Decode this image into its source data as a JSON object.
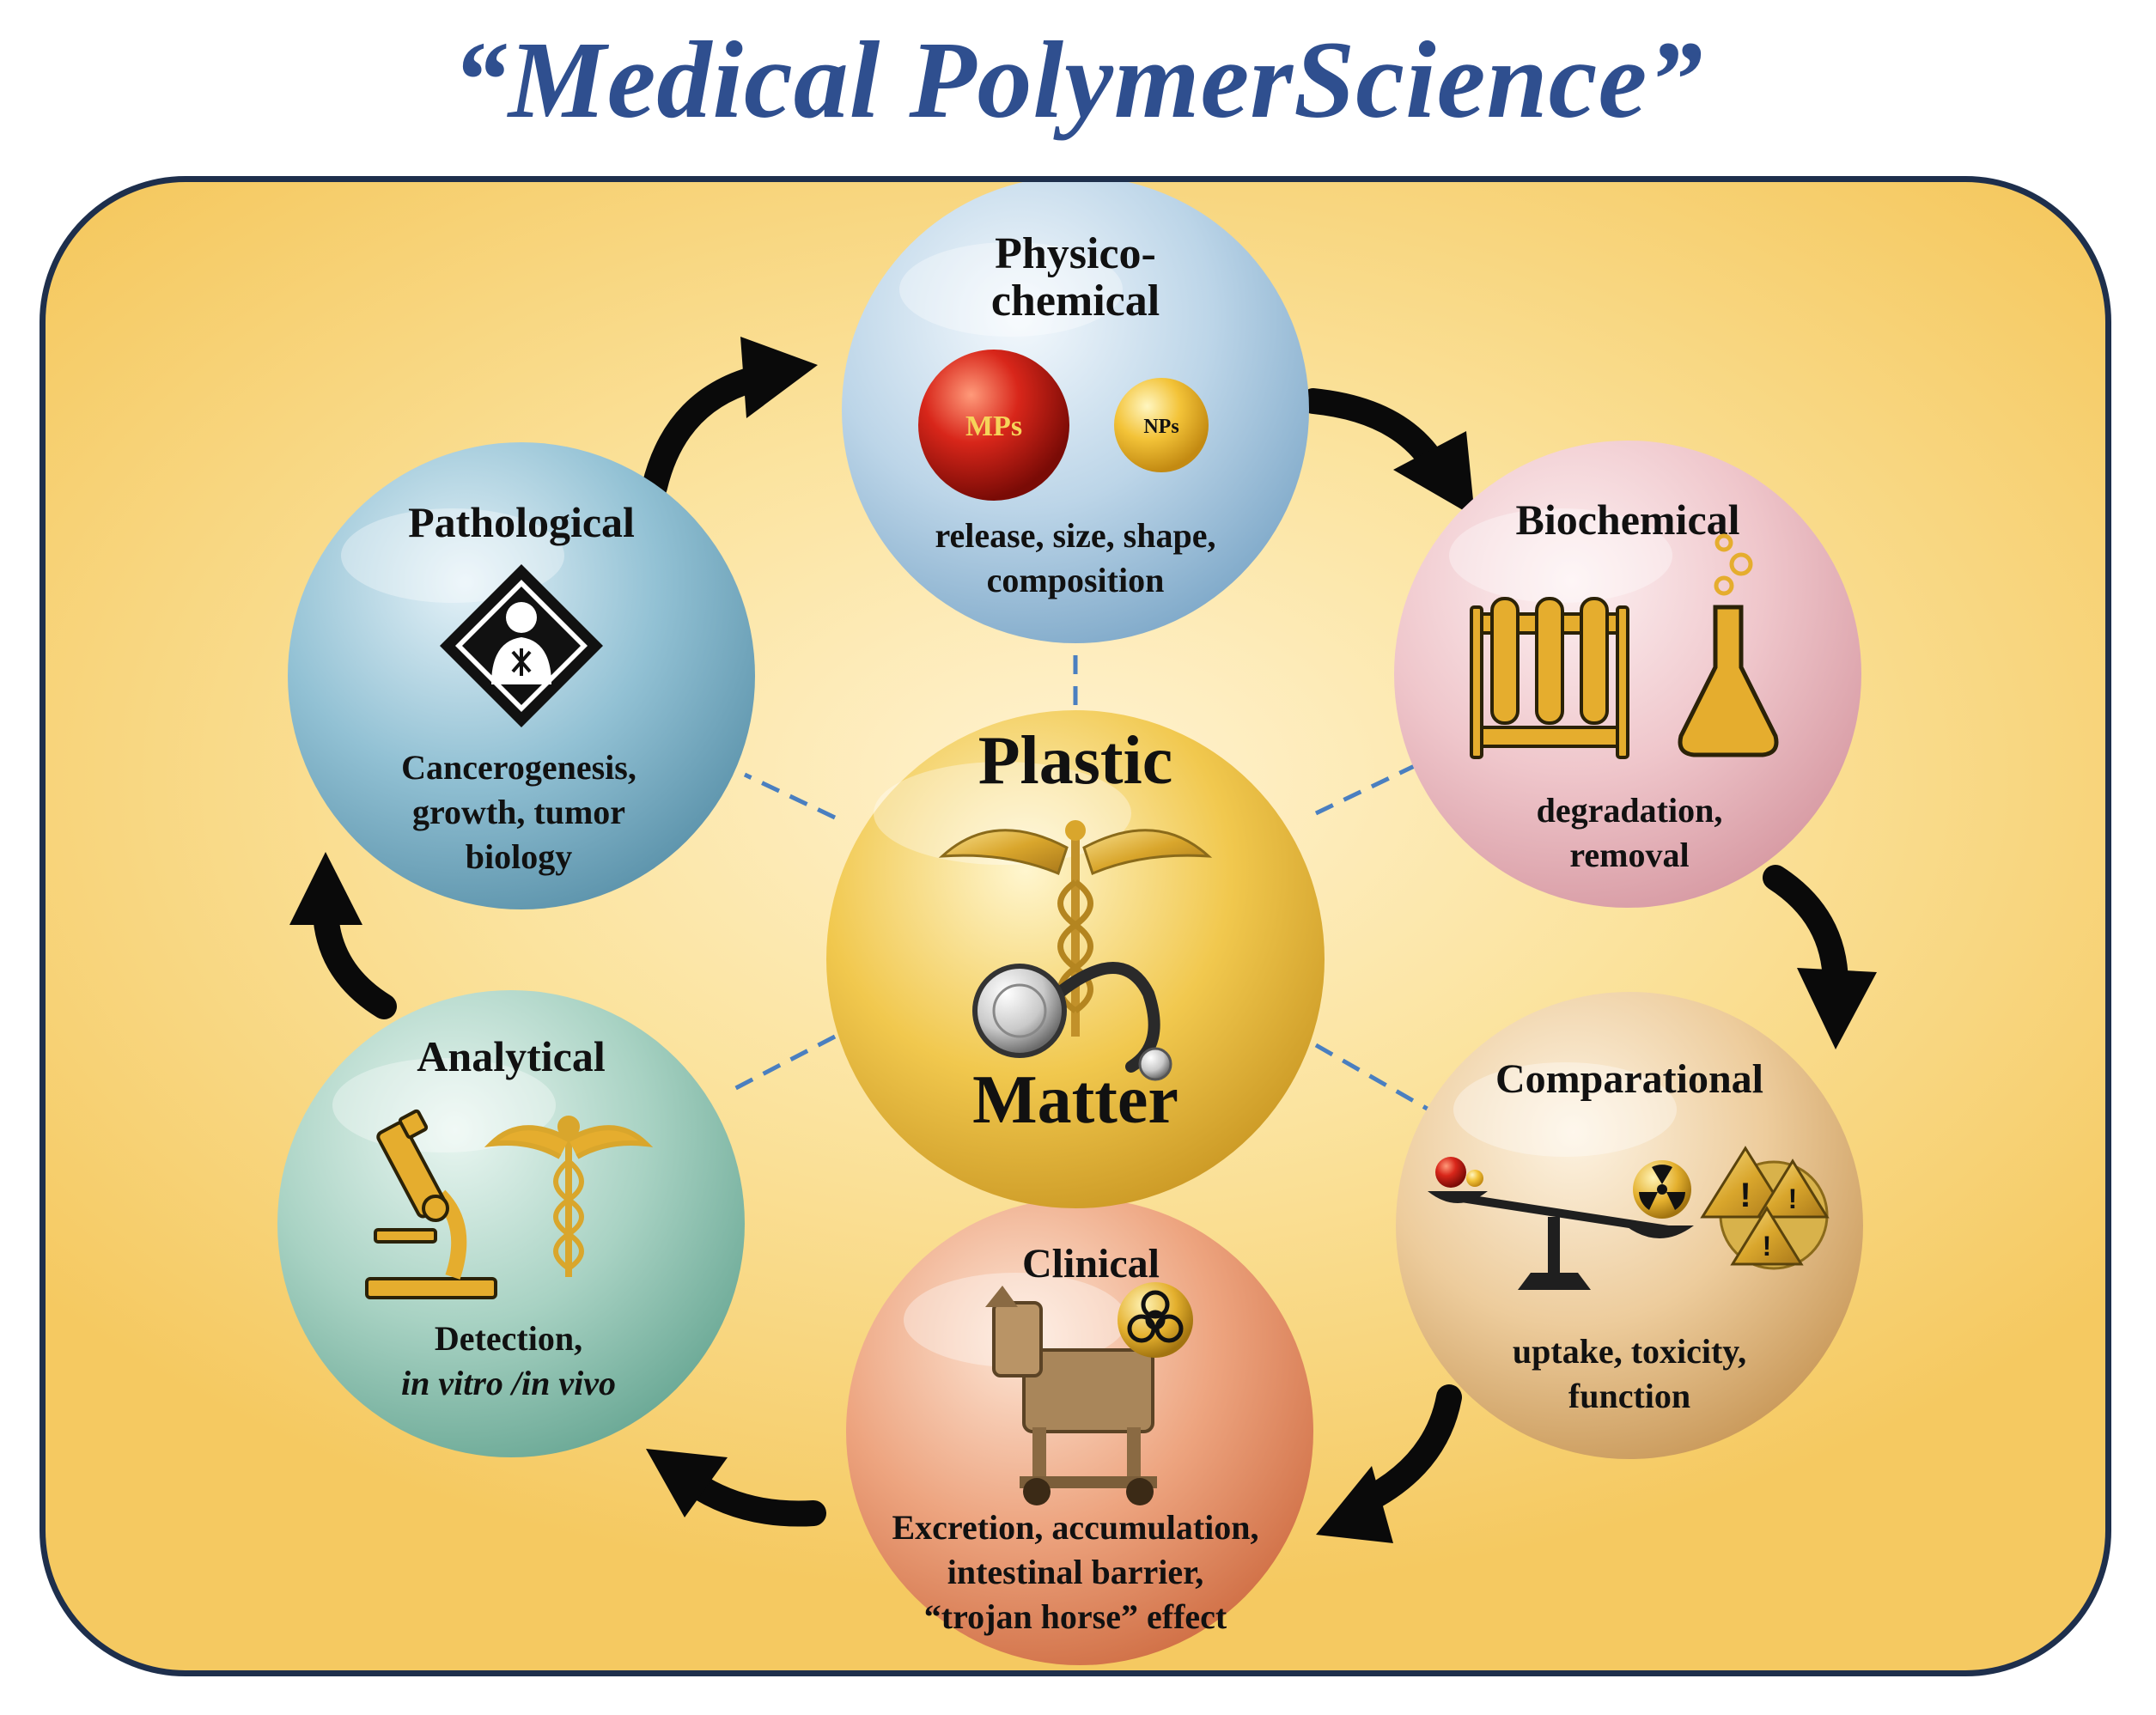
{
  "title": "“Medical PolymerScience”",
  "center": {
    "line1": "Plastic",
    "line2": "Matter"
  },
  "nodes": {
    "physicochemical": {
      "title_line1": "Physico-",
      "title_line2": "chemical",
      "badge_large": "MPs",
      "badge_small": "NPs",
      "desc_line1": "release, size, shape,",
      "desc_line2": "composition",
      "icons": [
        "microparticle-sphere-icon",
        "nanoparticle-sphere-icon"
      ]
    },
    "biochemical": {
      "title": "Biochemical",
      "desc_line1": "degradation,",
      "desc_line2": "removal",
      "icons": [
        "test-tube-rack-icon",
        "flask-icon"
      ]
    },
    "comparational": {
      "title": "Comparational",
      "desc_line1": "uptake, toxicity,",
      "desc_line2": "function",
      "icons": [
        "balance-scale-icon",
        "radiation-icon",
        "warning-triangle-icon"
      ]
    },
    "clinical": {
      "title": "Clinical",
      "desc_line1": "Excretion, accumulation,",
      "desc_line2": "intestinal barrier,",
      "desc_line3": "“trojan horse” effect",
      "icons": [
        "trojan-horse-icon",
        "biohazard-icon"
      ]
    },
    "analytical": {
      "title": "Analytical",
      "desc_line1": "Detection,",
      "desc_line2": "in vitro /in vivo",
      "icons": [
        "microscope-icon",
        "caduceus-icon"
      ]
    },
    "pathological": {
      "title": "Pathological",
      "desc_line1": "Cancerogenesis,",
      "desc_line2": "growth, tumor",
      "desc_line3": "biology",
      "icons": [
        "health-hazard-icon"
      ]
    }
  },
  "colors": {
    "title": "#2f4f8f",
    "panel_border": "#1e2f4c",
    "physicochemical": "#b9d3e6",
    "biochemical": "#efc6cb",
    "comparational": "#eccb9a",
    "clinical": "#eca27c",
    "analytical": "#a9d2c4",
    "pathological": "#8fbfd2",
    "center": "#f0c54a",
    "connector": "#4a7fc0",
    "arrow": "#0a0a0a",
    "icon_gold": "#e5ad2e"
  }
}
